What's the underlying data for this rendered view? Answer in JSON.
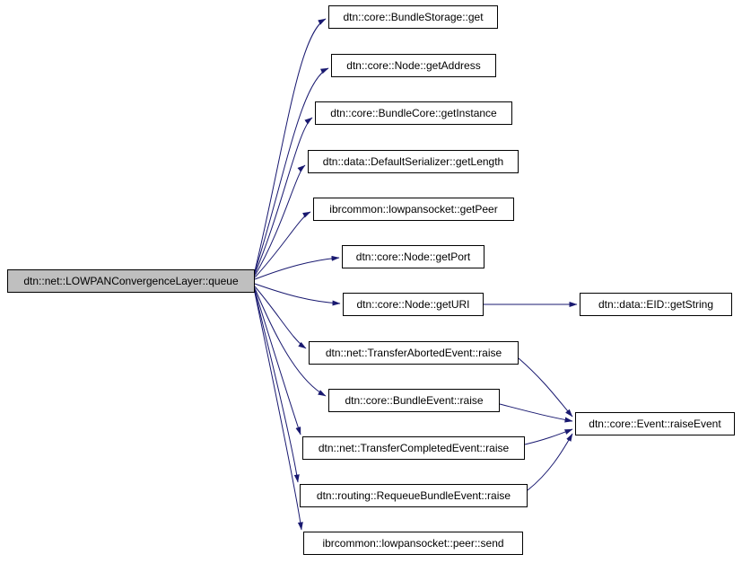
{
  "diagram": {
    "type": "call-graph",
    "edge_color": "#191970",
    "node_border_color": "#000000",
    "node_bg_color": "#ffffff",
    "focal_node_bg_color": "#bfbfbf",
    "nodes": [
      {
        "id": "queue",
        "label": "dtn::net::LOWPANConvergenceLayer::queue",
        "focal": true
      },
      {
        "id": "get",
        "label": "dtn::core::BundleStorage::get"
      },
      {
        "id": "getAddress",
        "label": "dtn::core::Node::getAddress"
      },
      {
        "id": "getInstance",
        "label": "dtn::core::BundleCore::getInstance"
      },
      {
        "id": "getLength",
        "label": "dtn::data::DefaultSerializer::getLength"
      },
      {
        "id": "getPeer",
        "label": "ibrcommon::lowpansocket::getPeer"
      },
      {
        "id": "getPort",
        "label": "dtn::core::Node::getPort"
      },
      {
        "id": "getURI",
        "label": "dtn::core::Node::getURI"
      },
      {
        "id": "transferAborted",
        "label": "dtn::net::TransferAbortedEvent::raise"
      },
      {
        "id": "bundleEventRaise",
        "label": "dtn::core::BundleEvent::raise"
      },
      {
        "id": "transferCompleted",
        "label": "dtn::net::TransferCompletedEvent::raise"
      },
      {
        "id": "requeueBundle",
        "label": "dtn::routing::RequeueBundleEvent::raise"
      },
      {
        "id": "peerSend",
        "label": "ibrcommon::lowpansocket::peer::send"
      },
      {
        "id": "getString",
        "label": "dtn::data::EID::getString"
      },
      {
        "id": "raiseEvent",
        "label": "dtn::core::Event::raiseEvent"
      }
    ],
    "edges": [
      {
        "from": "queue",
        "to": "get"
      },
      {
        "from": "queue",
        "to": "getAddress"
      },
      {
        "from": "queue",
        "to": "getInstance"
      },
      {
        "from": "queue",
        "to": "getLength"
      },
      {
        "from": "queue",
        "to": "getPeer"
      },
      {
        "from": "queue",
        "to": "getPort"
      },
      {
        "from": "queue",
        "to": "getURI"
      },
      {
        "from": "queue",
        "to": "transferAborted"
      },
      {
        "from": "queue",
        "to": "bundleEventRaise"
      },
      {
        "from": "queue",
        "to": "transferCompleted"
      },
      {
        "from": "queue",
        "to": "requeueBundle"
      },
      {
        "from": "queue",
        "to": "peerSend"
      },
      {
        "from": "getURI",
        "to": "getString"
      },
      {
        "from": "transferAborted",
        "to": "raiseEvent"
      },
      {
        "from": "bundleEventRaise",
        "to": "raiseEvent"
      },
      {
        "from": "transferCompleted",
        "to": "raiseEvent"
      },
      {
        "from": "requeueBundle",
        "to": "raiseEvent"
      }
    ]
  }
}
